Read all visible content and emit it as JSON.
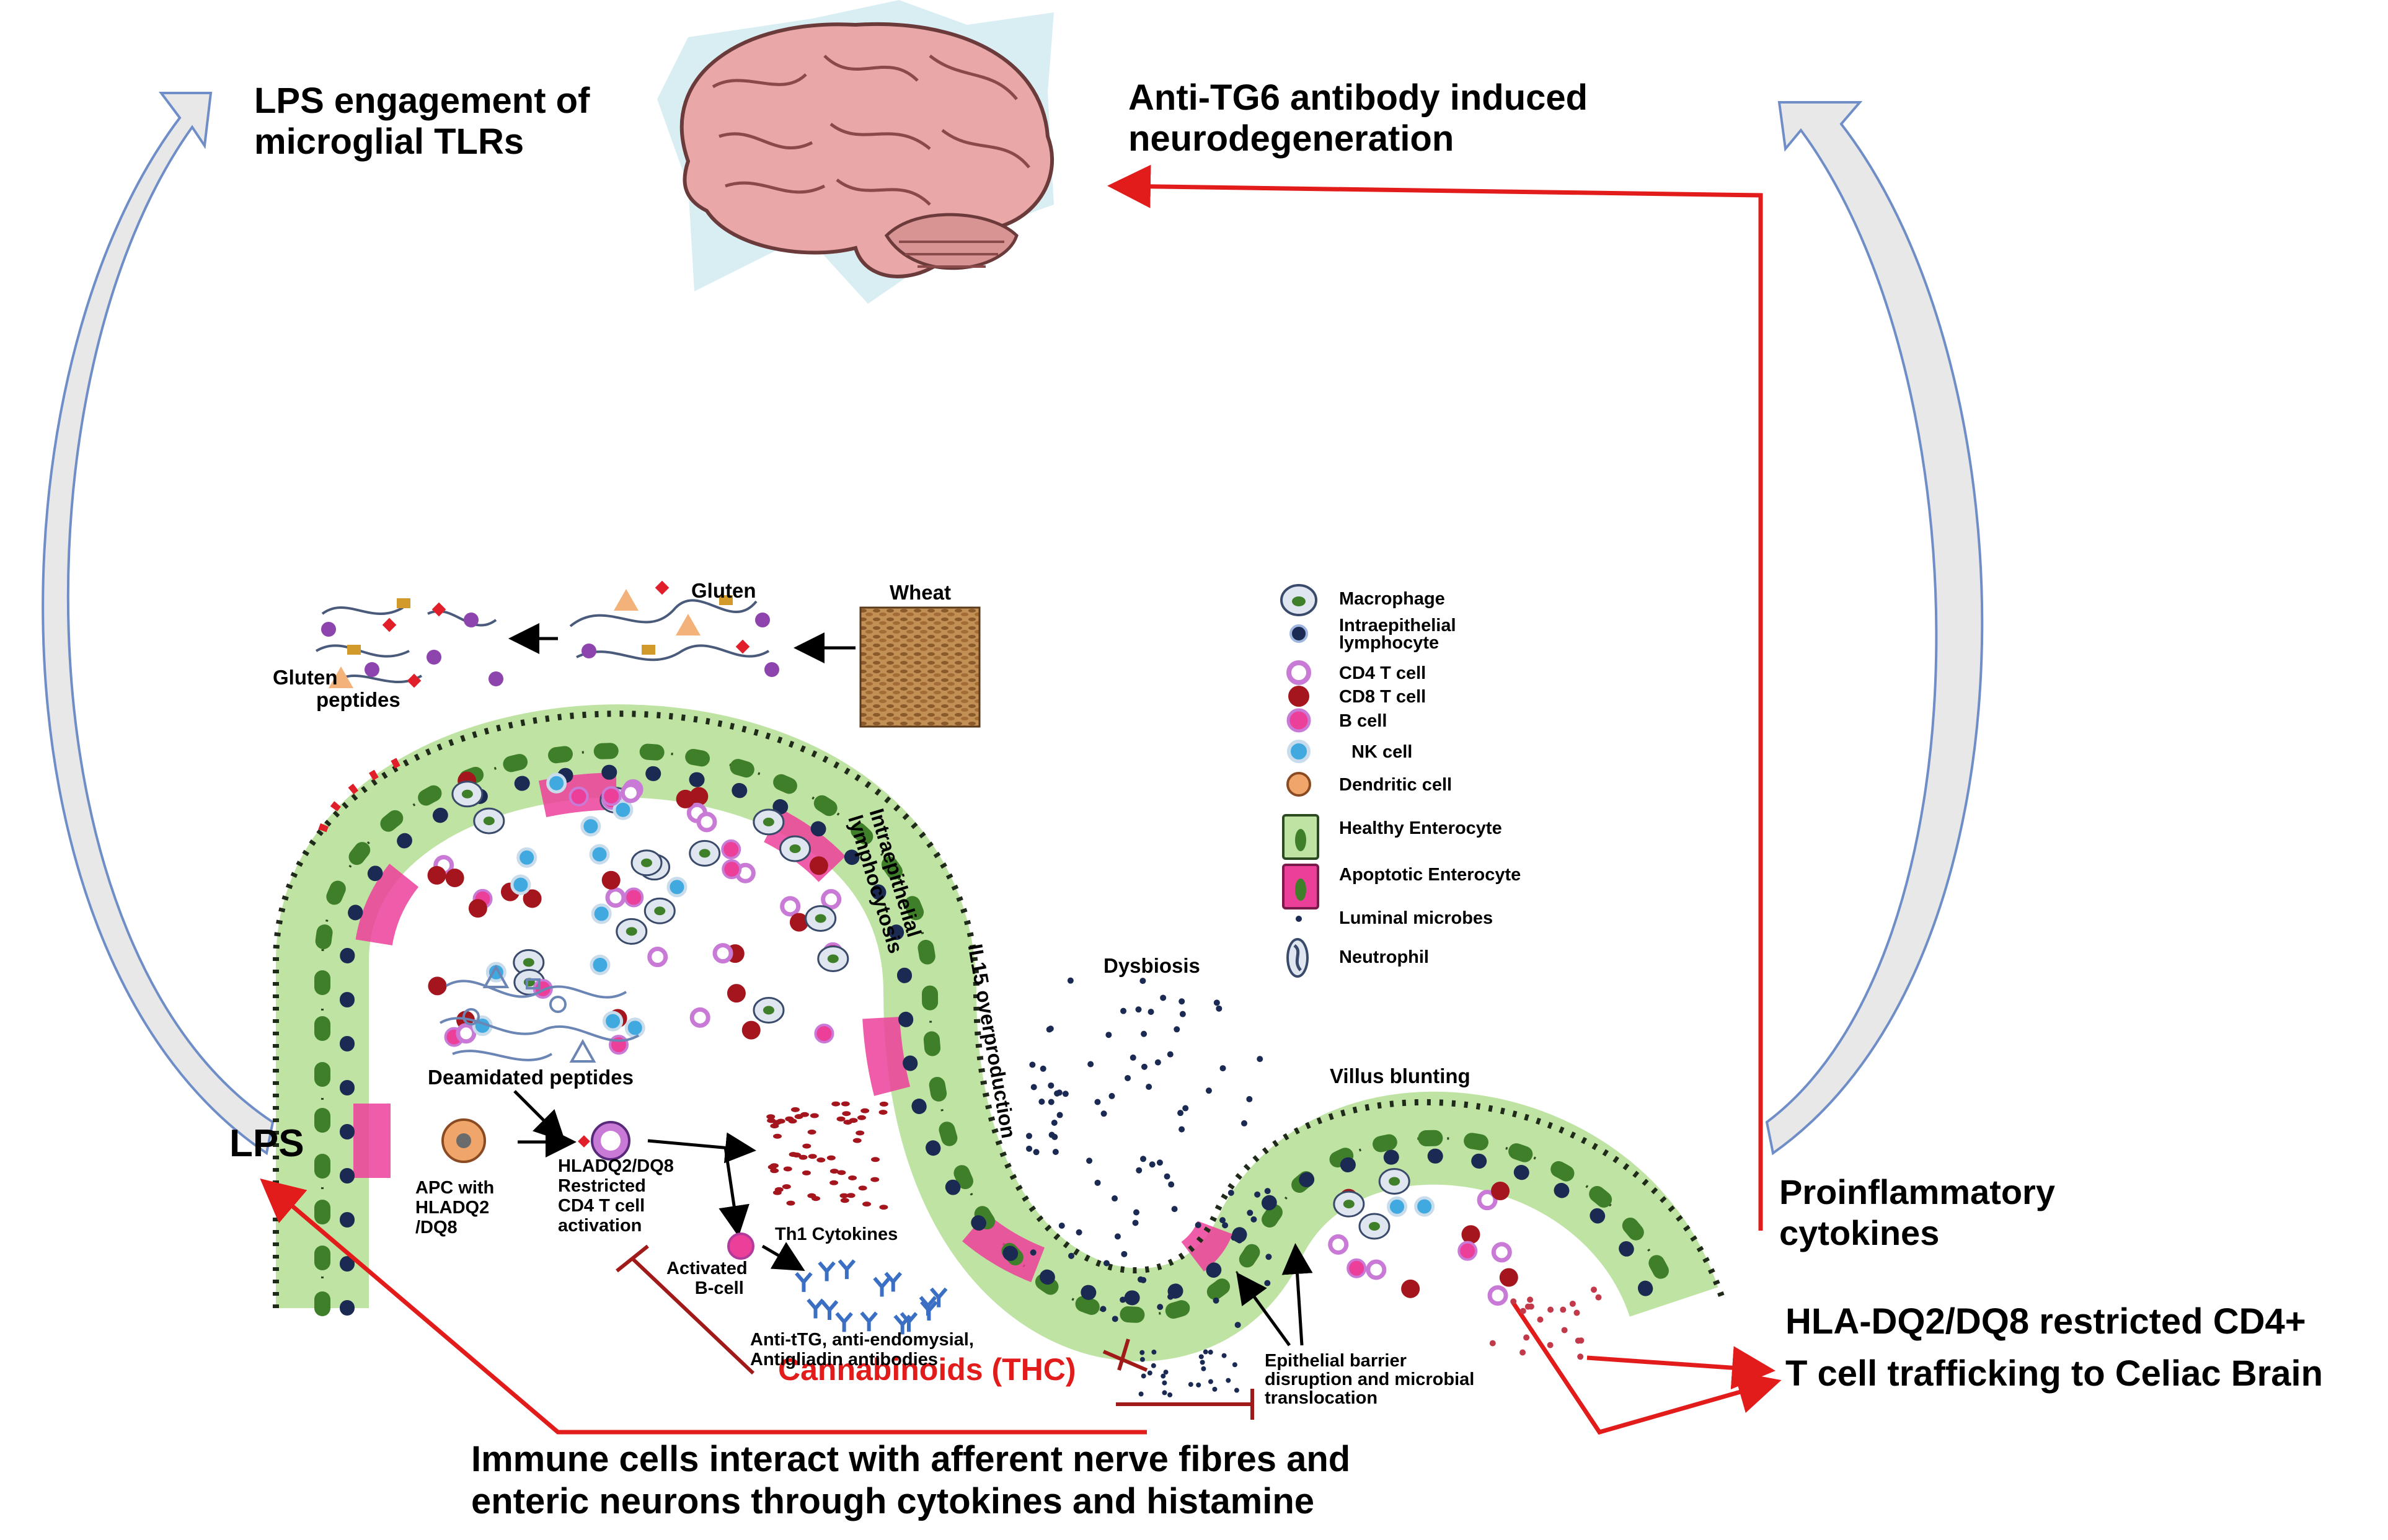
{
  "colors": {
    "arrow_red": "#e21b1b",
    "healthy_enterocyte": "#bfe3a3",
    "apoptotic_enterocyte": "#ec3f9a",
    "nucleus_green": "#3f7f2a",
    "cd8_red": "#a5151d",
    "cd4_pink_ring": "#c97ad6",
    "nk_blue": "#3fa9e0",
    "ie_lymph_navy": "#1b2a52",
    "brain_pink": "#e9a7a7",
    "hollow_arrow_fill": "#c9c9c9"
  },
  "labels": {
    "lps_microglial": [
      "LPS engagement of",
      "microglial TLRs"
    ],
    "anti_tg6": [
      "Anti-TG6 antibody induced",
      "neurodegeneration"
    ],
    "lps": "LPS",
    "proinflammatory": [
      "Proinflammatory",
      "cytokines"
    ],
    "hla_trafficking": [
      "HLA-DQ2/DQ8 restricted CD4+",
      "T cell trafficking to Celiac Brain"
    ],
    "cannabinoids": "Cannabinoids (THC)",
    "immune_interact": [
      "Immune cells interact with afferent nerve fibres and",
      "enteric neurons through cytokines and histamine"
    ],
    "gluten": "Gluten",
    "gluten_peptides": [
      "Gluten",
      "peptides"
    ],
    "wheat": "Wheat",
    "intraepithelial_lymphocytosis": "Intraepithelial lymphocytosis",
    "il15": "IL15 overproduction",
    "dysbiosis": "Dysbiosis",
    "villus_blunting": "Villus blunting",
    "deamidated_peptides": "Deamidated peptides",
    "apc": [
      "APC with",
      "HLADQ2",
      "/DQ8"
    ],
    "hla_restricted": [
      "HLADQ2/DQ8",
      "Restricted",
      "CD4 T cell",
      "activation"
    ],
    "th1_cytokines": "Th1 Cytokines",
    "activated_b": [
      "Activated",
      "B-cell"
    ],
    "antibodies": [
      "Anti-tTG, anti-endomysial,",
      "Antigliadin antibodies"
    ],
    "epithelial_barrier": [
      "Epithelial barrier",
      "disruption and microbial",
      "translocation"
    ]
  },
  "legend": [
    {
      "icon": "macrophage-icon",
      "label": "Macrophage"
    },
    {
      "icon": "intraepithelial-lymphocyte-icon",
      "label": "Intraepithelial lymphocyte"
    },
    {
      "icon": "cd4-t-cell-icon",
      "label": "CD4 T cell"
    },
    {
      "icon": "cd8-t-cell-icon",
      "label": "CD8 T cell"
    },
    {
      "icon": "b-cell-icon",
      "label": "B cell"
    },
    {
      "icon": "nk-cell-icon",
      "label": "NK cell"
    },
    {
      "icon": "dendritic-cell-icon",
      "label": "Dendritic cell"
    },
    {
      "icon": "healthy-enterocyte-icon",
      "label": "Healthy Enterocyte"
    },
    {
      "icon": "apoptotic-enterocyte-icon",
      "label": "Apoptotic Enterocyte"
    },
    {
      "icon": "luminal-microbes-icon",
      "label": "Luminal microbes"
    },
    {
      "icon": "neutrophil-icon",
      "label": "Neutrophil"
    }
  ]
}
